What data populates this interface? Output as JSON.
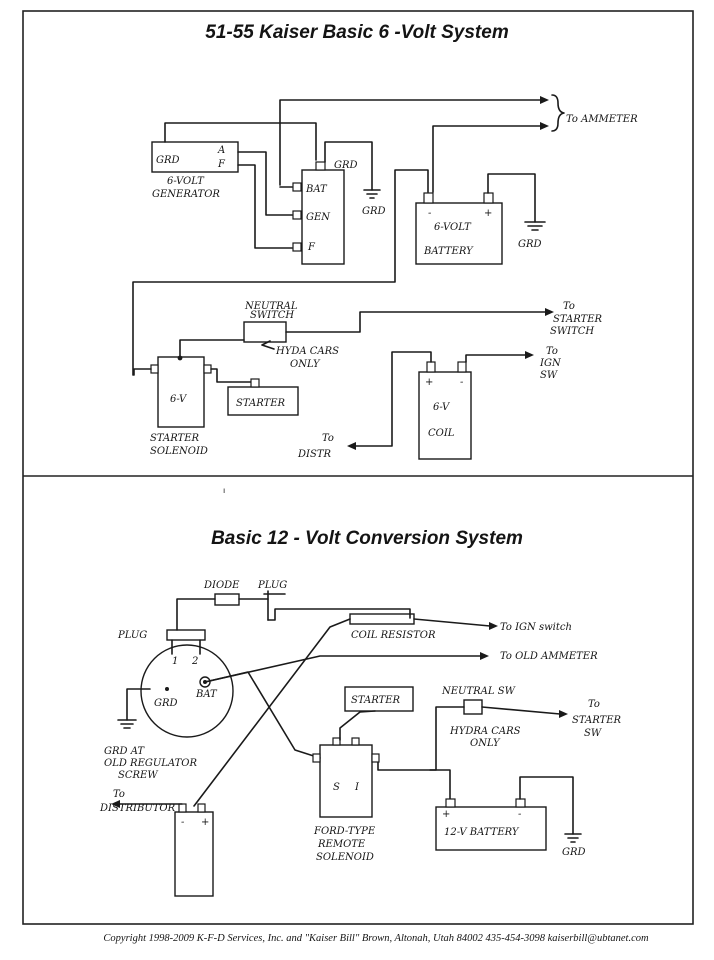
{
  "top": {
    "title": "51-55 Kaiser Basic 6 -Volt System",
    "to_ammeter": "To AMMETER",
    "generator": {
      "grd": "GRD",
      "a": "A",
      "f": "F",
      "name1": "6-VOLT",
      "name2": "GENERATOR"
    },
    "regulator": {
      "bat": "BAT",
      "gen": "GEN",
      "f": "F",
      "grd": "GRD"
    },
    "grd_label": "GRD",
    "battery": {
      "neg": "-",
      "pos": "+",
      "name1": "6-VOLT",
      "name2": "BATTERY",
      "grd": "GRD"
    },
    "neutral_switch": {
      "l1": "NEUTRAL",
      "l2": "SWITCH"
    },
    "hydra": {
      "l1": "HYDA CARS",
      "l2": "ONLY"
    },
    "to_starter_switch": {
      "l1": "To",
      "l2": "STARTER",
      "l3": "SWITCH"
    },
    "solenoid": {
      "name": "6-V",
      "l1": "STARTER",
      "l2": "SOLENOID"
    },
    "starter": "STARTER",
    "coil": {
      "pos": "+",
      "neg": "-",
      "l1": "6-V",
      "l2": "COIL"
    },
    "to_ign": {
      "l1": "To",
      "l2": "IGN",
      "l3": "SW"
    },
    "to_distr": {
      "l1": "To",
      "l2": "DISTR"
    }
  },
  "bottom": {
    "title": "Basic 12 - Volt Conversion System",
    "diode": "DIODE",
    "plug_small": "PLUG",
    "plug": "PLUG",
    "pins": {
      "p1": "1",
      "p2": "2"
    },
    "bat": "BAT",
    "grd": "GRD",
    "coil_resistor": "COIL RESISTOR",
    "to_ign_switch": "To IGN switch",
    "to_old_ammeter": "To OLD AMMETER",
    "starter": "STARTER",
    "neutral_sw": "NEUTRAL SW",
    "hydra": {
      "l1": "HYDRA CARS",
      "l2": "ONLY"
    },
    "to_starter_sw": {
      "l1": "To",
      "l2": "STARTER",
      "l3": "SW"
    },
    "grd_at": {
      "l1": "GRD AT",
      "l2": "OLD REGULATOR",
      "l3": "SCREW"
    },
    "to_distributor": {
      "l1": "To",
      "l2": "DISTRIBUTOR"
    },
    "coil": {
      "neg": "-",
      "pos": "+"
    },
    "ford": {
      "s": "S",
      "i": "I",
      "l1": "FORD-TYPE",
      "l2": "REMOTE",
      "l3": "SOLENOID"
    },
    "battery": {
      "pos": "+",
      "neg": "-",
      "name": "12-V BATTERY"
    },
    "battery_grd": "GRD"
  },
  "footer": {
    "copyright": "Copyright 1998-2009 K-F-D Services, Inc. and \"Kaiser Bill\" Brown, Altonah, Utah 84002 435-454-3098 kaiserbill@ubtanet.com"
  }
}
